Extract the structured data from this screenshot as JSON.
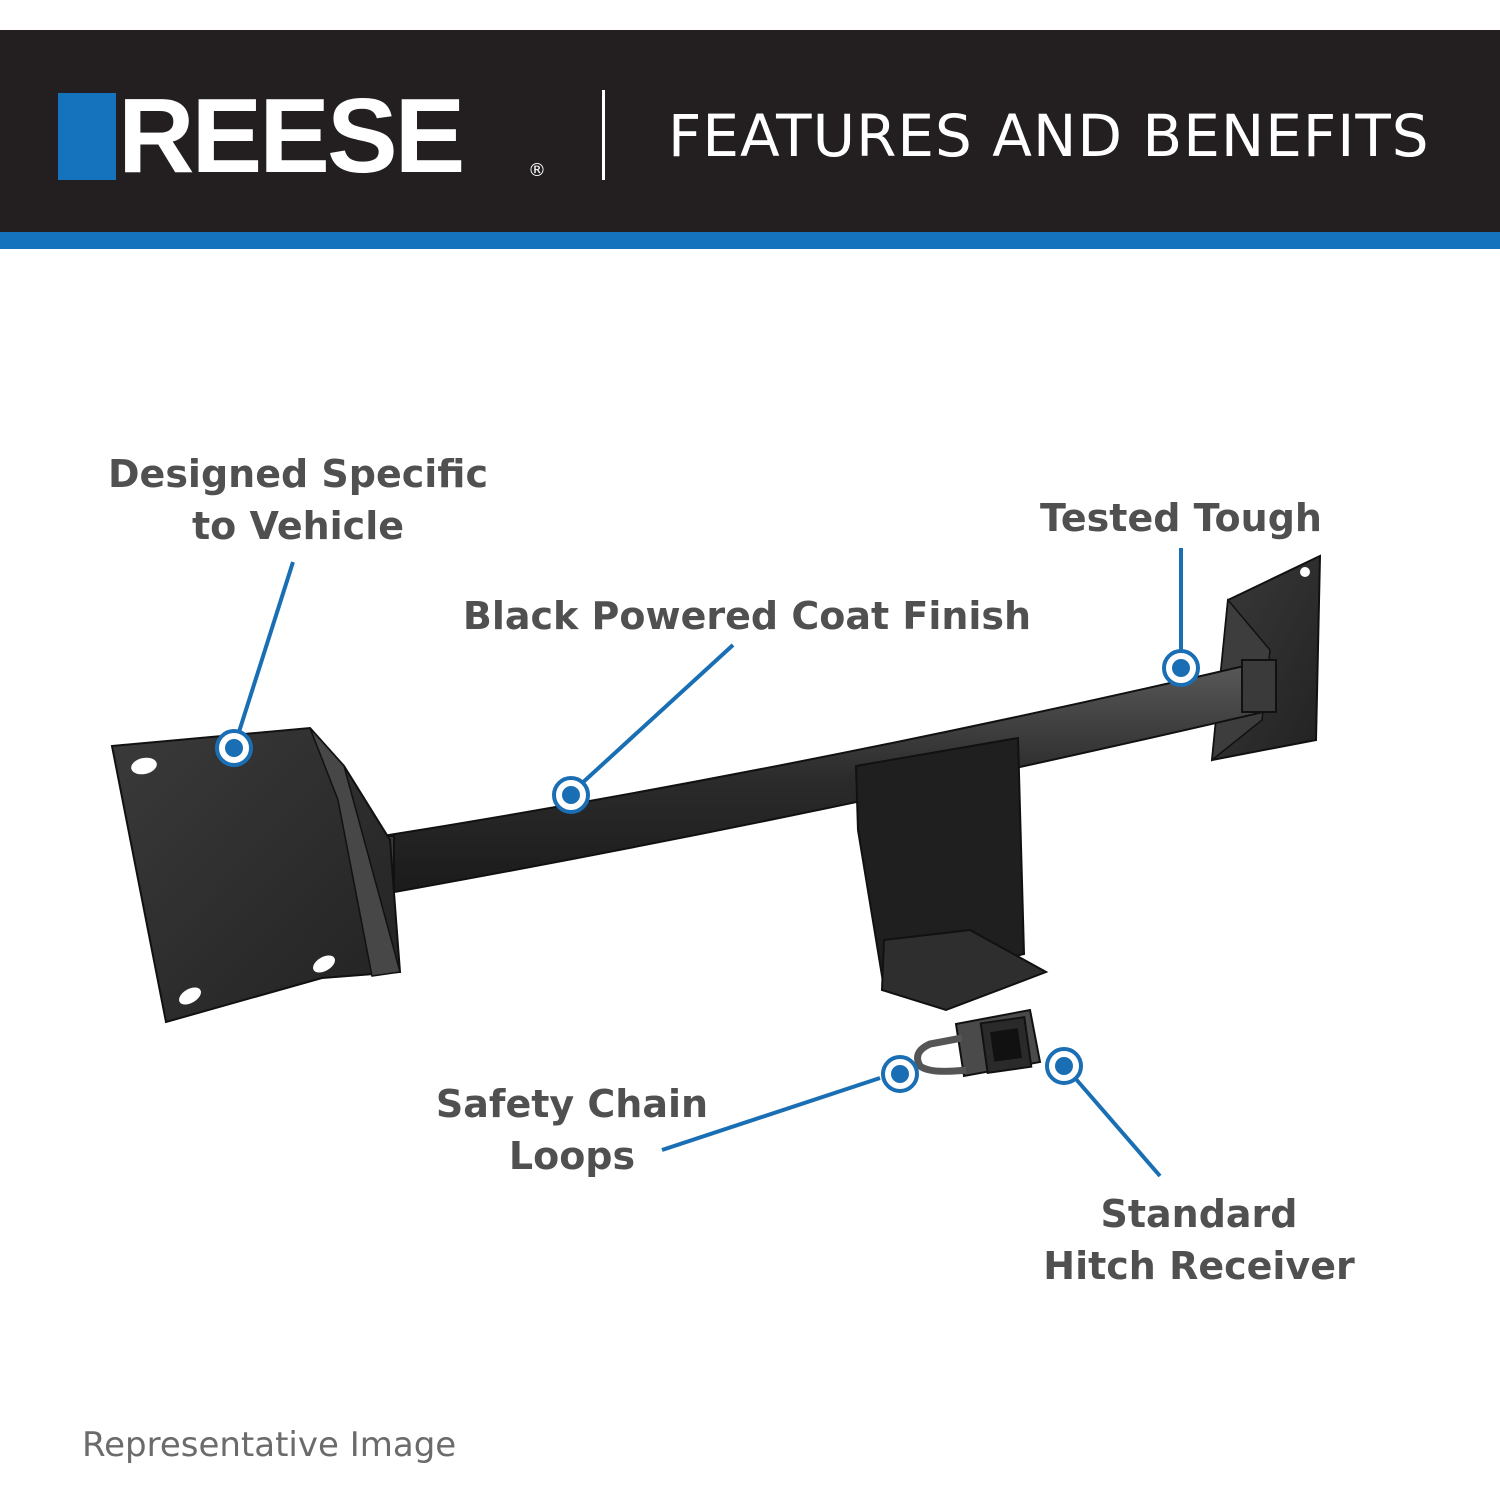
{
  "header": {
    "brand": "REESE",
    "registered_mark": "®",
    "title": "FEATURES AND BENEFITS"
  },
  "callouts": {
    "designed_line1": "Designed Specific",
    "designed_line2": "to Vehicle",
    "tested": "Tested Tough",
    "finish": "Black Powered Coat Finish",
    "safety_line1": "Safety Chain",
    "safety_line2": "Loops",
    "receiver_line1": "Standard",
    "receiver_line2": "Hitch Receiver"
  },
  "footer": {
    "note": "Representative Image"
  },
  "colors": {
    "banner": "#231f20",
    "accent": "#1573bd",
    "label_text": "#505050"
  }
}
